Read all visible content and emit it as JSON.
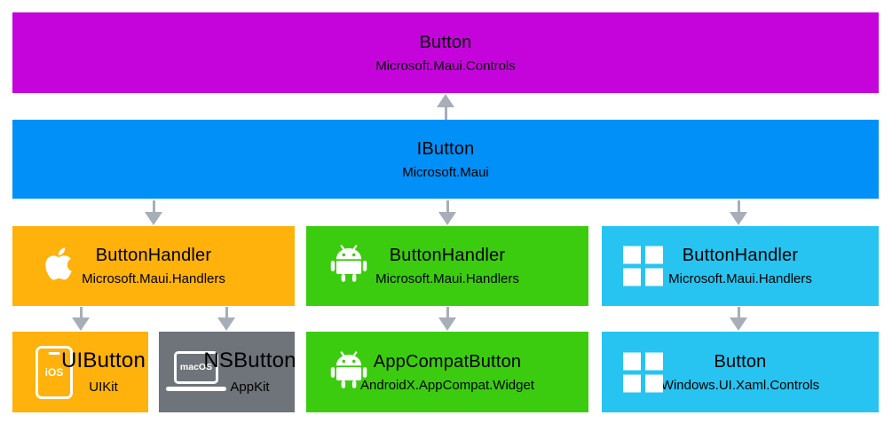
{
  "colors": {
    "arrow": "#A8AEB7",
    "magenta": "#C504DB",
    "blue": "#0090F7",
    "orange": "#FFB10C",
    "green": "#3BCC0F",
    "cyan": "#27C4F1",
    "gray": "#6F737A"
  },
  "nodes": {
    "button": {
      "title": "Button",
      "subtitle": "Microsoft.Maui.Controls",
      "color": "#C504DB",
      "icon": null
    },
    "ibutton": {
      "title": "IButton",
      "subtitle": "Microsoft.Maui",
      "color": "#0090F7",
      "icon": null
    },
    "handler_ios": {
      "title": "ButtonHandler",
      "subtitle": "Microsoft.Maui.Handlers",
      "color": "#FFB10C",
      "icon": "apple-icon"
    },
    "handler_android": {
      "title": "ButtonHandler",
      "subtitle": "Microsoft.Maui.Handlers",
      "color": "#3BCC0F",
      "icon": "android-icon"
    },
    "handler_windows": {
      "title": "ButtonHandler",
      "subtitle": "Microsoft.Maui.Handlers",
      "color": "#27C4F1",
      "icon": "windows-icon"
    },
    "uibutton": {
      "title": "UIButton",
      "subtitle": "UIKit",
      "color": "#FFB10C",
      "icon": "ios-phone-icon",
      "icon_label": "iOS"
    },
    "nsbutton": {
      "title": "NSButton",
      "subtitle": "AppKit",
      "color": "#6F737A",
      "icon": "macos-laptop-icon",
      "icon_label": "macOS"
    },
    "appcompat": {
      "title": "AppCompatButton",
      "subtitle": "AndroidX.AppCompat.Widget",
      "color": "#3BCC0F",
      "icon": "android-icon"
    },
    "winbutton": {
      "title": "Button",
      "subtitle": "Windows.UI.Xaml.Controls",
      "color": "#27C4F1",
      "icon": "windows-icon"
    }
  }
}
